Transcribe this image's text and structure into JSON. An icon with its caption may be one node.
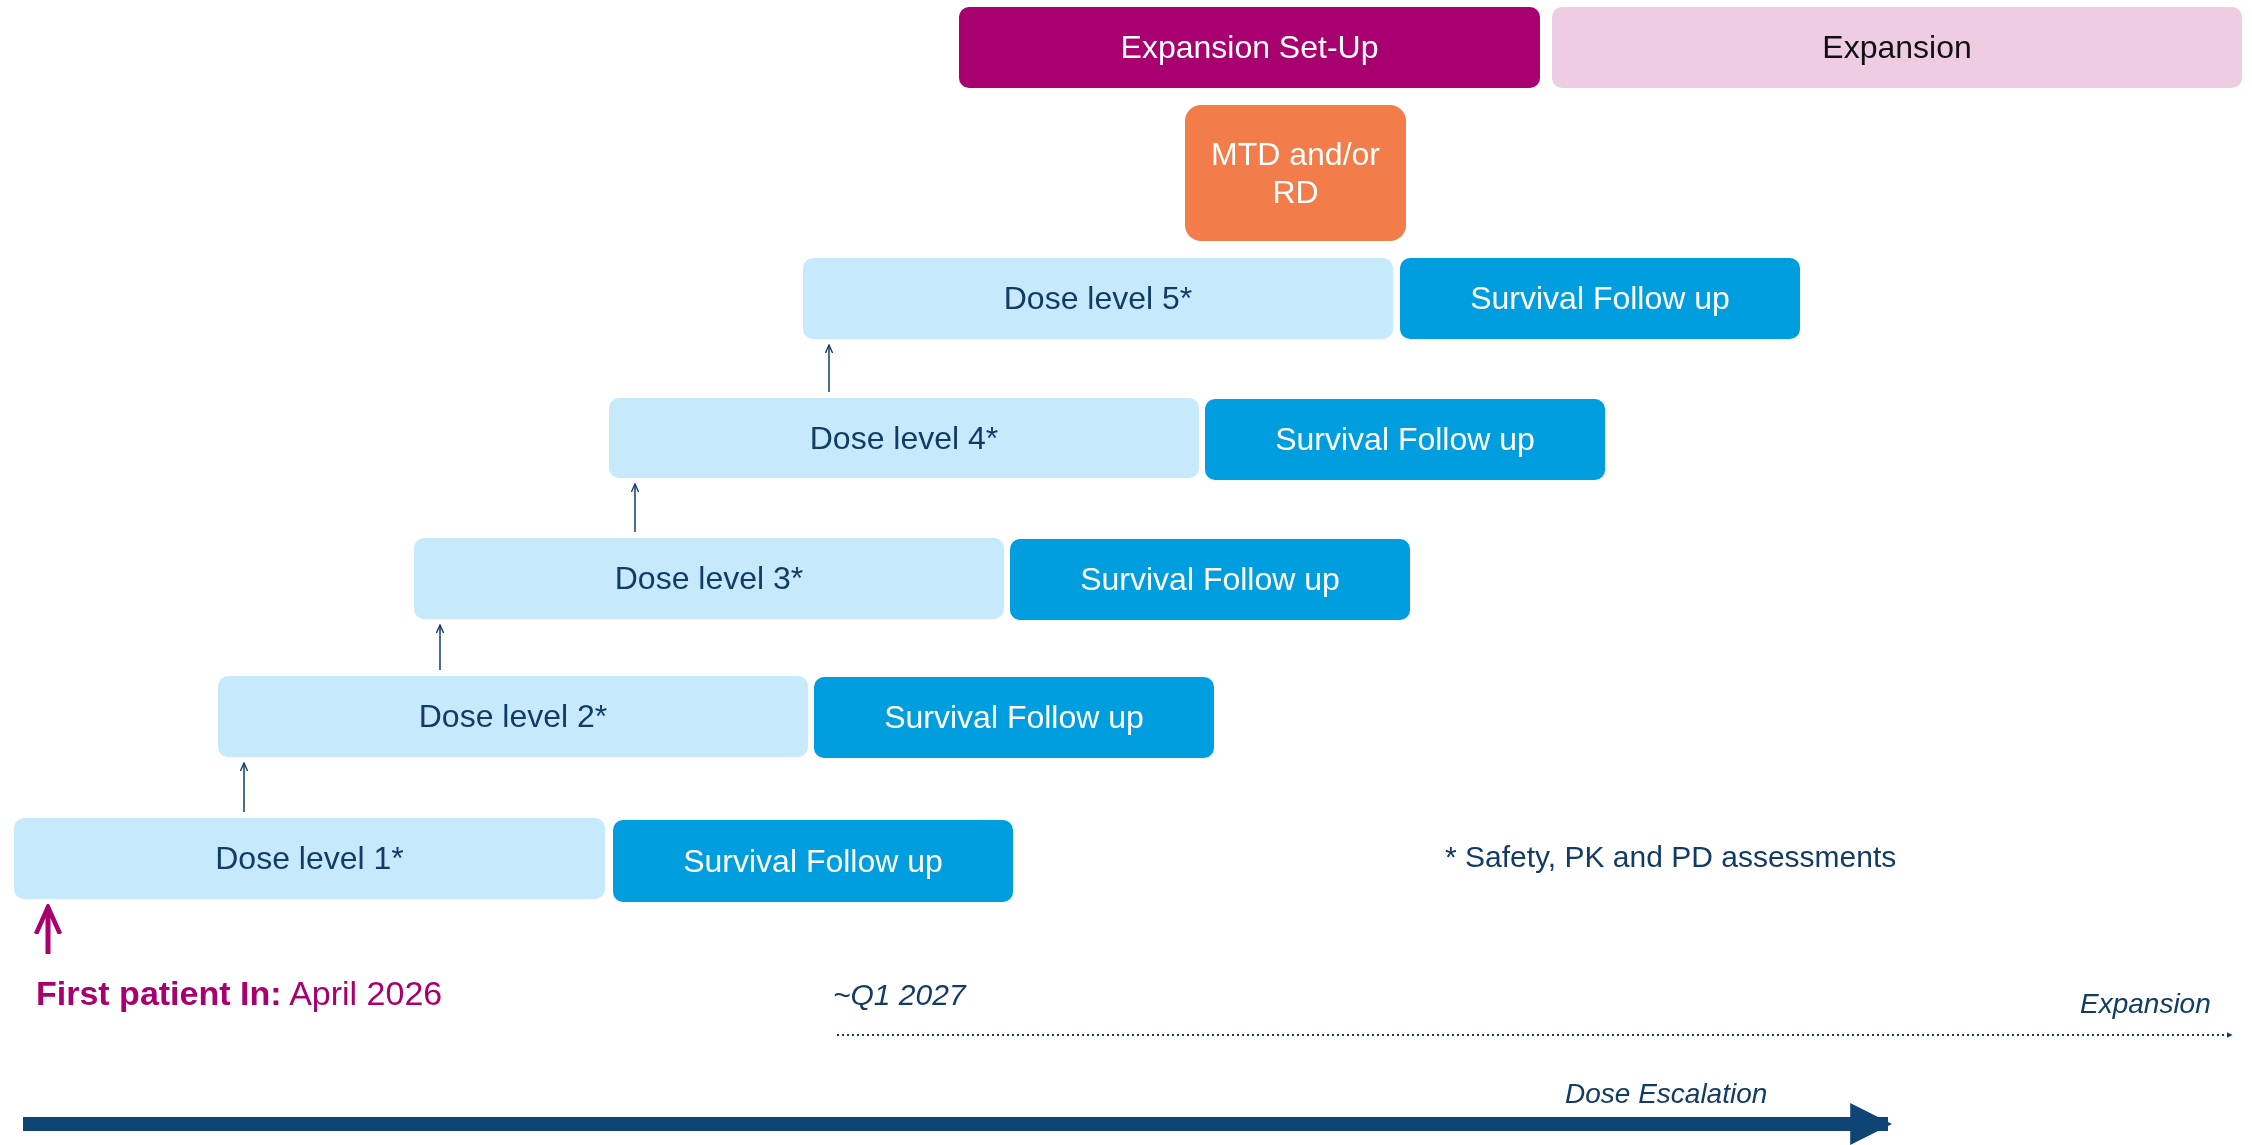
{
  "diagram": {
    "nodes": [
      {
        "text": [
          "Expansion Set-Up"
        ]
      },
      {
        "text": [
          "Expansion"
        ]
      },
      {
        "text": [
          "MTD and/or RD"
        ]
      },
      {
        "text": [
          "Dose level 5*"
        ]
      },
      {
        "text": [
          "Survival Follow up"
        ]
      },
      {
        "text": [
          "Dose level 4*"
        ]
      },
      {
        "text": [
          "Survival Follow up"
        ]
      },
      {
        "text": [
          "Dose level 3*"
        ]
      },
      {
        "text": [
          "Survival Follow up"
        ]
      },
      {
        "text": [
          "Dose level 2*"
        ]
      },
      {
        "text": [
          "Survival Follow up"
        ]
      },
      {
        "text": [
          "Dose level 1*"
        ]
      },
      {
        "text": [
          "Survival Follow up"
        ]
      },
      {
        "text": [
          "**First patient In:** April 2026"
        ]
      }
    ],
    "edges": [
      {
        "from": 13,
        "to": 11,
        "arrow": "to",
        "color": "#a8006e",
        "style": "thick"
      },
      {
        "from": 11,
        "to": 9,
        "arrow": "to"
      },
      {
        "from": 9,
        "to": 7,
        "arrow": "to"
      },
      {
        "from": 7,
        "to": 5,
        "arrow": "to"
      },
      {
        "from": 5,
        "to": 3,
        "arrow": "to"
      }
    ],
    "labels": [
      "* Safety, PK and PD assessments",
      "~Q1 2027",
      "Expansion",
      "Dose Escalation"
    ]
  }
}
